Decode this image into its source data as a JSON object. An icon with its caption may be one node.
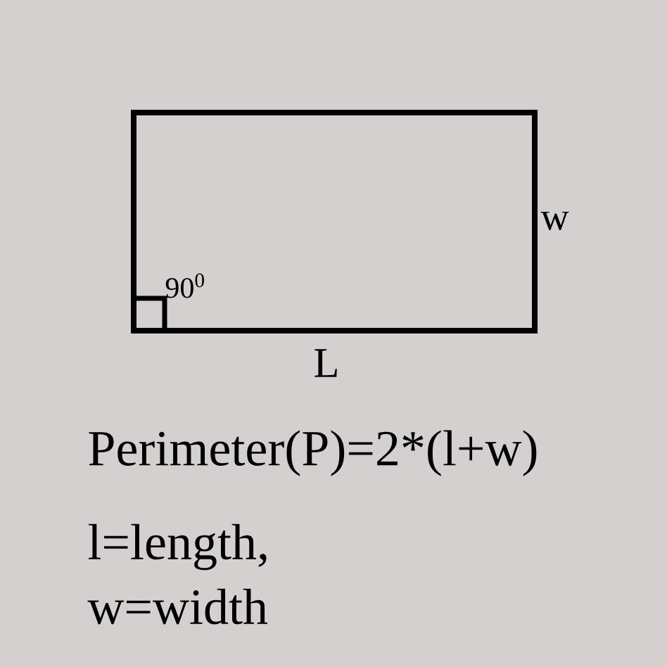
{
  "diagram": {
    "labels": [
      "w",
      "90$^{0}$",
      "L",
      "Perimeter(P)=2*(l+w)",
      "l=length, w=width"
    ]
  }
}
